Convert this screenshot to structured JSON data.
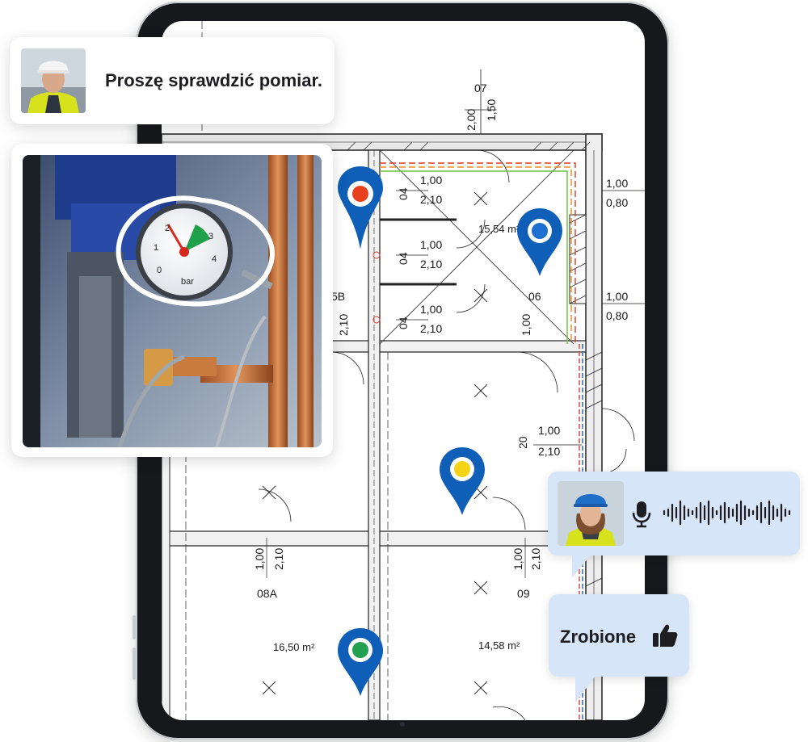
{
  "chat": {
    "message1": "Proszę sprawdzić pomiar.",
    "message2": "Zrobione"
  },
  "plan": {
    "labels": [
      "07",
      "2,00",
      "1,50",
      "04",
      "1,00",
      "2,10",
      "04",
      "1,00",
      "2,10",
      "04",
      "1,00",
      "2,10",
      "15,54 m²",
      "06",
      "1,00",
      "0,80",
      "1,00",
      "0,80",
      "1,00",
      "1,00",
      "2,10",
      "20",
      "5B",
      "2,10",
      "1,00",
      "2,10",
      "08A",
      "1,00",
      "2,10",
      "09",
      "16,50 m²",
      "14,58 m²"
    ]
  },
  "pins": [
    {
      "name": "pin-red",
      "color": "#e8401c"
    },
    {
      "name": "pin-blue",
      "color": "#1d6fd0"
    },
    {
      "name": "pin-yellow",
      "color": "#f5d417"
    },
    {
      "name": "pin-green",
      "color": "#22a151"
    }
  ],
  "colors": {
    "pin_body": "#0f5fb8",
    "bubble": "#d6e5f7"
  }
}
